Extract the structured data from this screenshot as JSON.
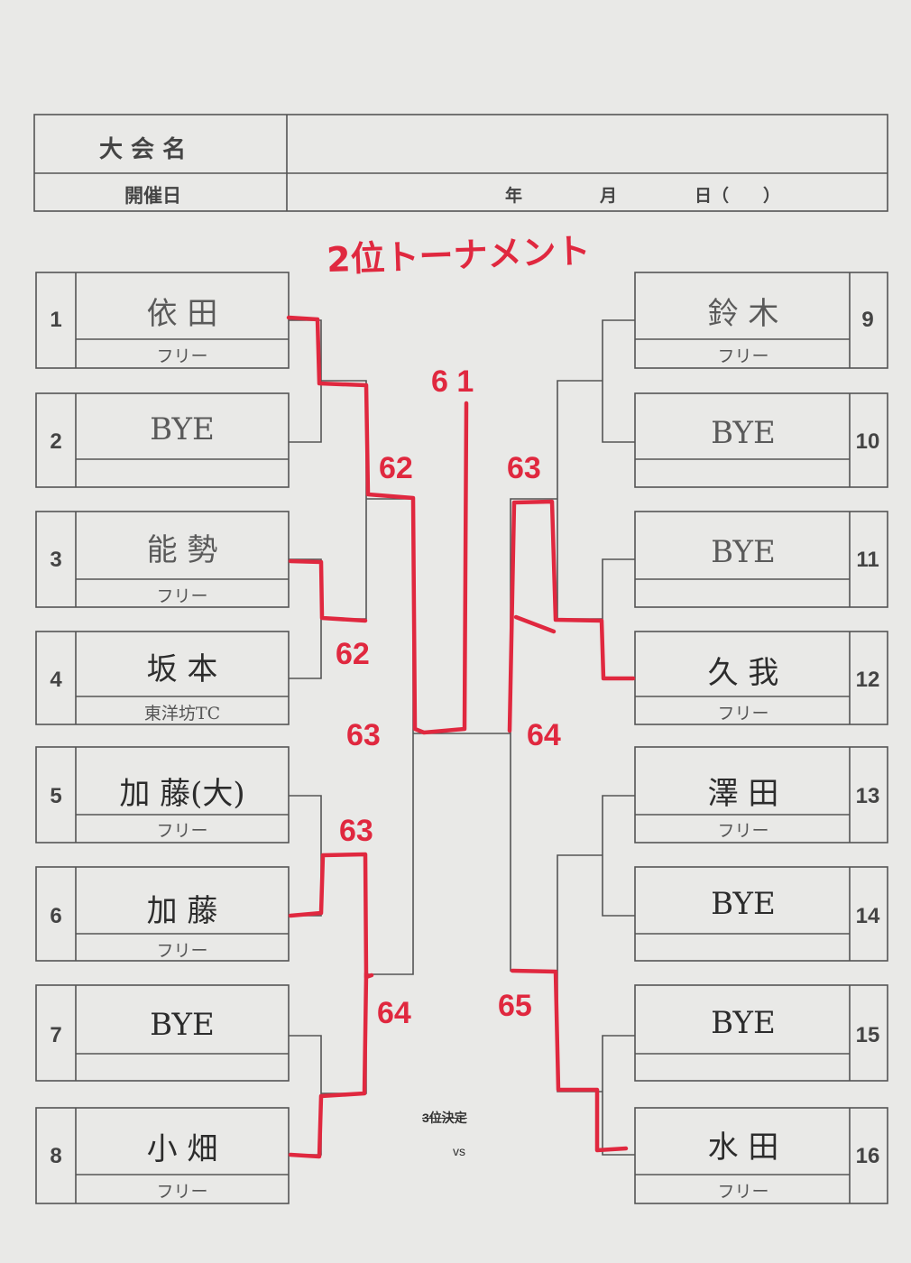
{
  "header": {
    "tournament_label": "大 会 名",
    "date_label": "開催日",
    "date_fields": {
      "year": "年",
      "month": "月",
      "day": "日（　　）"
    }
  },
  "title": "2位トーナメント",
  "players": [
    {
      "no": "1",
      "name": "依 田",
      "club": "フリー"
    },
    {
      "no": "2",
      "name": "BYE",
      "club": ""
    },
    {
      "no": "3",
      "name": "能 勢",
      "club": "フリー"
    },
    {
      "no": "4",
      "name": "坂 本",
      "club": "東洋坊TC"
    },
    {
      "no": "5",
      "name": "加 藤(大)",
      "club": "フリー"
    },
    {
      "no": "6",
      "name": "加 藤",
      "club": "フリー"
    },
    {
      "no": "7",
      "name": "BYE",
      "club": ""
    },
    {
      "no": "8",
      "name": "小 畑",
      "club": "フリー"
    },
    {
      "no": "9",
      "name": "鈴 木",
      "club": "フリー"
    },
    {
      "no": "10",
      "name": "BYE",
      "club": ""
    },
    {
      "no": "11",
      "name": "BYE",
      "club": ""
    },
    {
      "no": "12",
      "name": "久 我",
      "club": "フリー"
    },
    {
      "no": "13",
      "name": "澤 田",
      "club": "フリー"
    },
    {
      "no": "14",
      "name": "BYE",
      "club": ""
    },
    {
      "no": "15",
      "name": "BYE",
      "club": ""
    },
    {
      "no": "16",
      "name": "水 田",
      "club": "フリー"
    }
  ],
  "scores": {
    "final": "6 1",
    "sf_left_top": "62",
    "sf_right_top": "63",
    "qf_3_4": "62",
    "qf_5_6": "63",
    "left_semi": "63",
    "right_semi": "64",
    "qf_7_8": "64",
    "qf_15_16": "65"
  },
  "third_place": {
    "label": "3位決定",
    "vs": "vs"
  },
  "colors": {
    "ink_red": "#e0283f",
    "line": "#555555",
    "paper": "#e9e9e7"
  }
}
